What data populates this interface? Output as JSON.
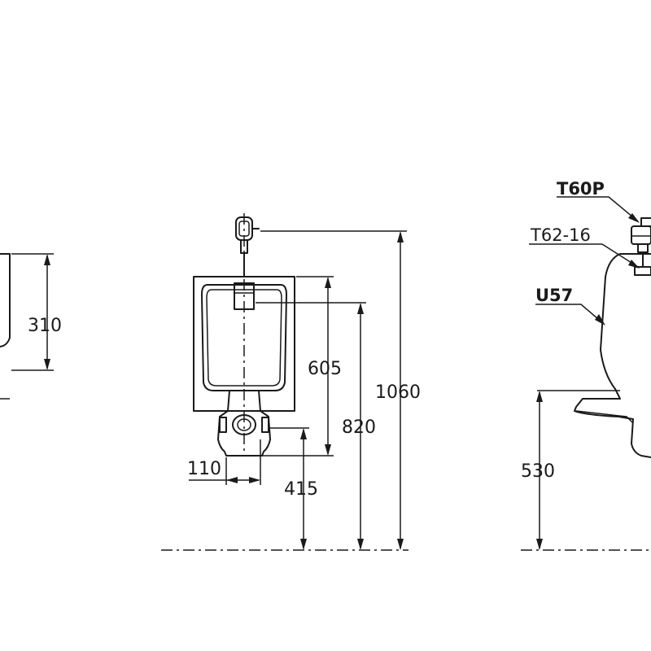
{
  "side_view_left": {
    "height_dimension": "310"
  },
  "front_view": {
    "dimensions": {
      "bowl_height": "605",
      "flush_pipe_height": "1060",
      "inlet_height": "820",
      "outlet_width": "110",
      "outlet_height": "415"
    }
  },
  "side_view_right": {
    "parts": {
      "flush_valve": "T60P",
      "spud": "T62-16",
      "urinal_model": "U57"
    },
    "dimensions": {
      "rim_height": "530"
    }
  }
}
